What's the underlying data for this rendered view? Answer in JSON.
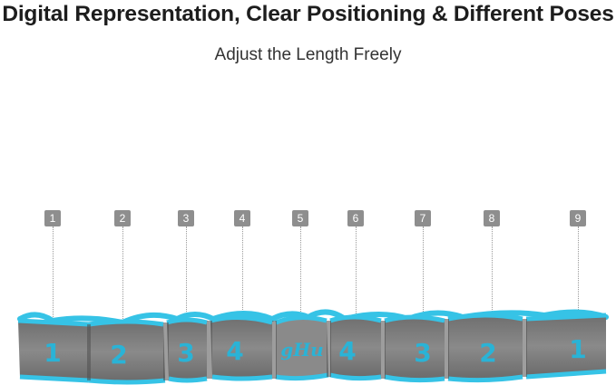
{
  "header": {
    "title": "Digital Representation, Clear Positioning & Different Poses",
    "subtitle": "Adjust the Length Freely"
  },
  "markers": [
    "1",
    "2",
    "3",
    "4",
    "5",
    "6",
    "7",
    "8",
    "9"
  ],
  "band": {
    "loop_labels": [
      "1",
      "2",
      "3",
      "4",
      "4",
      "3",
      "2",
      "1"
    ],
    "brand_fragment": "gHu",
    "colors": {
      "gray": "#7d7d7d",
      "gray_dark": "#5e5e5e",
      "trim": "#36c3e6",
      "number": "#2ab3d6"
    }
  }
}
